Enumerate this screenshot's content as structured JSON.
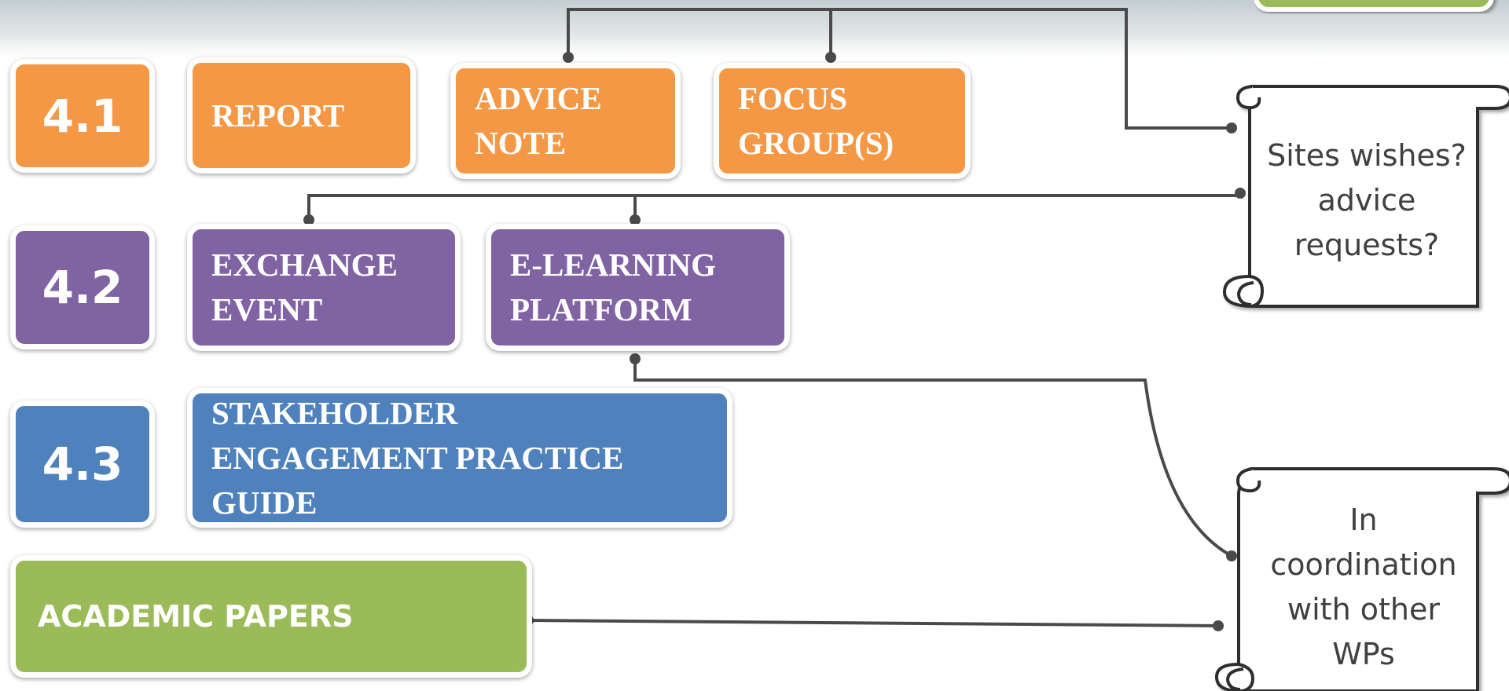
{
  "rows": {
    "r41": {
      "number": "4.1",
      "items": [
        "REPORT",
        "ADVICE NOTE",
        "FOCUS GROUP(S)"
      ]
    },
    "r42": {
      "number": "4.2",
      "items": [
        "EXCHANGE EVENT",
        "E-LEARNING PLATFORM"
      ]
    },
    "r43": {
      "number": "4.3",
      "items": [
        "STAKEHOLDER ENGAGEMENT PRACTICE GUIDE"
      ]
    },
    "papers": {
      "label": "ACADEMIC PAPERS"
    }
  },
  "scrolls": {
    "top": {
      "lines": [
        "Sites wishes?",
        "advice",
        "requests?"
      ]
    },
    "bottom": {
      "lines": [
        "In",
        "coordination",
        "with other",
        "WPs"
      ]
    }
  },
  "colors": {
    "orange": "#f59845",
    "purple": "#8063a2",
    "blue": "#4f81bd",
    "green": "#9bbb59",
    "connector": "#4a4a4a"
  }
}
